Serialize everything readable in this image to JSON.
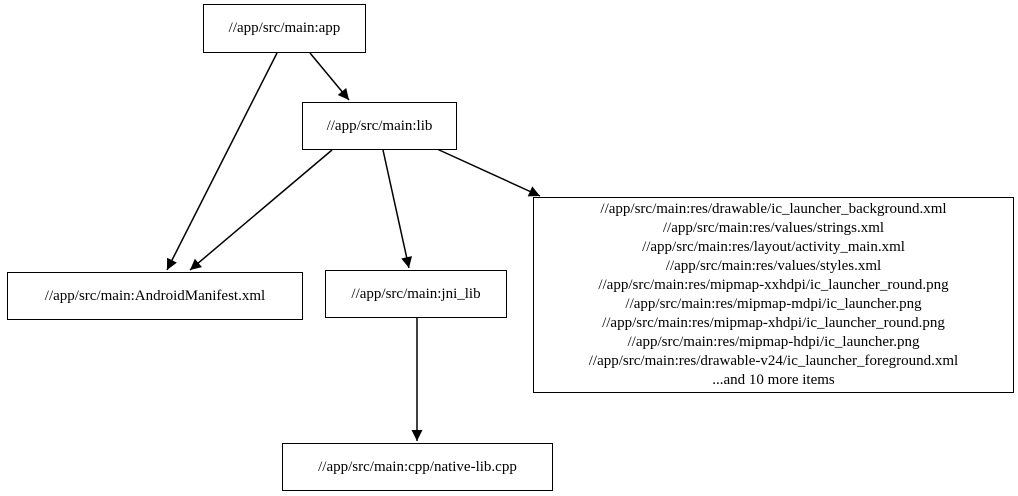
{
  "graph": {
    "type": "dependency-graph",
    "node_shape": "box",
    "colors": {
      "background": "#ffffff",
      "node_border": "#000000",
      "node_fill": "#ffffff",
      "edge": "#000000",
      "text": "#000000"
    },
    "nodes": {
      "app": {
        "label": "//app/src/main:app"
      },
      "lib": {
        "label": "//app/src/main:lib"
      },
      "manifest": {
        "label": "//app/src/main:AndroidManifest.xml"
      },
      "jni_lib": {
        "label": "//app/src/main:jni_lib"
      },
      "native_lib": {
        "label": "//app/src/main:cpp/native-lib.cpp"
      },
      "resources": {
        "lines": [
          "//app/src/main:res/drawable/ic_launcher_background.xml",
          "//app/src/main:res/values/strings.xml",
          "//app/src/main:res/layout/activity_main.xml",
          "//app/src/main:res/values/styles.xml",
          "//app/src/main:res/mipmap-xxhdpi/ic_launcher_round.png",
          "//app/src/main:res/mipmap-mdpi/ic_launcher.png",
          "//app/src/main:res/mipmap-xhdpi/ic_launcher_round.png",
          "//app/src/main:res/mipmap-hdpi/ic_launcher.png",
          "//app/src/main:res/drawable-v24/ic_launcher_foreground.xml",
          "...and 10 more items"
        ]
      }
    },
    "edges": [
      {
        "from": "//app/src/main:app",
        "to": "//app/src/main:lib"
      },
      {
        "from": "//app/src/main:app",
        "to": "//app/src/main:AndroidManifest.xml"
      },
      {
        "from": "//app/src/main:lib",
        "to": "//app/src/main:AndroidManifest.xml"
      },
      {
        "from": "//app/src/main:lib",
        "to": "//app/src/main:jni_lib"
      },
      {
        "from": "//app/src/main:lib",
        "to": "//app/src/main:res group"
      },
      {
        "from": "//app/src/main:jni_lib",
        "to": "//app/src/main:cpp/native-lib.cpp"
      }
    ]
  }
}
